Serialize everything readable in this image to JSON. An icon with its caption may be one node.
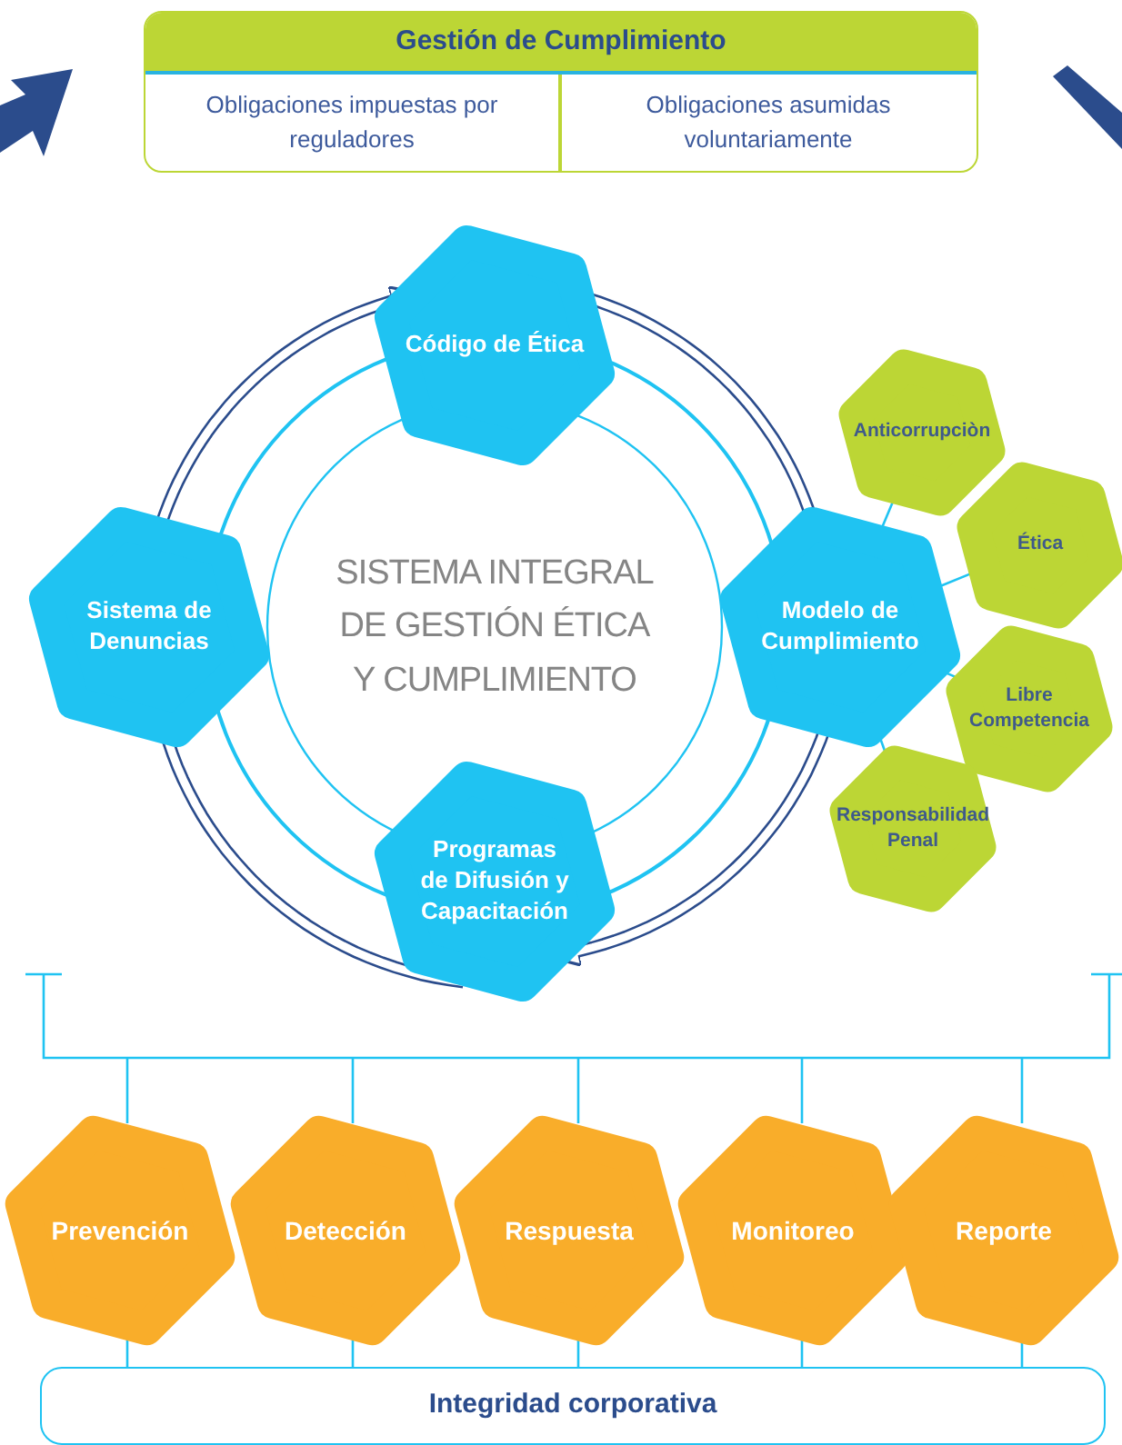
{
  "diagram": {
    "nodes": [
      {
        "text": [
          "Gestión de Cumplimiento"
        ]
      },
      {
        "text": [
          "Obligaciones impuestas por reguladores"
        ],
        "in": 0
      },
      {
        "text": [
          "Obligaciones asumidas voluntariamente"
        ],
        "in": 0
      },
      {
        "text": [
          "Código de Ética"
        ]
      },
      {
        "text": [
          "Sistema de Denuncias"
        ]
      },
      {
        "text": [
          "SISTEMA INTEGRAL DE GESTIÓN ÉTICA Y CUMPLIMIENTO"
        ]
      },
      {
        "text": [
          "Modelo de Cumplimiento"
        ]
      },
      {
        "text": [
          "Programas de Difusión y Capacitación"
        ]
      },
      {
        "text": [
          "Anticorrupciòn"
        ]
      },
      {
        "text": [
          "Ética"
        ]
      },
      {
        "text": [
          "Libre Competencia"
        ]
      },
      {
        "text": [
          "Responsabilidad Penal"
        ]
      },
      {
        "text": [
          "Prevención"
        ]
      },
      {
        "text": [
          "Detección"
        ]
      },
      {
        "text": [
          "Respuesta"
        ]
      },
      {
        "text": [
          "Monitoreo"
        ]
      },
      {
        "text": [
          "Reporte"
        ]
      },
      {
        "text": [
          "Integridad corporativa"
        ]
      }
    ],
    "edges": [
      {
        "from": 3,
        "to": 6,
        "arrow": "to",
        "style": "thick",
        "color": "#2b4c8c"
      },
      {
        "from": 6,
        "to": 7,
        "arrow": "to",
        "style": "thick",
        "color": "#2b4c8c"
      },
      {
        "from": 7,
        "to": 4,
        "arrow": "to",
        "style": "thick",
        "color": "#2b4c8c"
      },
      {
        "from": 4,
        "to": 3,
        "arrow": "to",
        "style": "thick",
        "color": "#2b4c8c"
      },
      {
        "from": 6,
        "to": 8,
        "arrow": "none"
      },
      {
        "from": 6,
        "to": 9,
        "arrow": "none"
      },
      {
        "from": 6,
        "to": 10,
        "arrow": "none"
      },
      {
        "from": 6,
        "to": 11,
        "arrow": "none"
      },
      {
        "from": 12,
        "to": 17,
        "arrow": "none"
      },
      {
        "from": 13,
        "to": 17,
        "arrow": "none"
      },
      {
        "from": 14,
        "to": 17,
        "arrow": "none"
      },
      {
        "from": 15,
        "to": 17,
        "arrow": "none"
      },
      {
        "from": 16,
        "to": 17,
        "arrow": "none"
      }
    ]
  }
}
